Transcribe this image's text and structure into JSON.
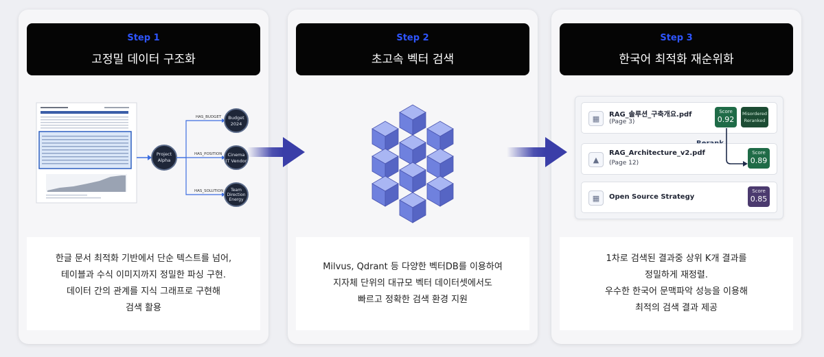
{
  "steps": [
    {
      "step_label": "Step 1",
      "title": "고정밀 데이터 구조화",
      "description_lines": [
        "한글 문서 최적화 기반에서 단순 텍스트를 넘어,",
        "테이블과 수식 이미지까지 정밀한 파싱 구현.",
        "데이터 간의 관계를 지식 그래프로 구현해",
        "검색 활용"
      ],
      "graph": {
        "center_node": [
          "Project",
          "Alpha"
        ],
        "edges": [
          "HAS_BUDGET",
          "HAS_POSITION",
          "HAS_SOLUTION"
        ],
        "nodes": [
          [
            "Budget",
            "2024"
          ],
          [
            "Cinema",
            "IT Vendor"
          ],
          [
            "Team",
            "Direction",
            "Energy"
          ]
        ]
      }
    },
    {
      "step_label": "Step 2",
      "title": "초고속 벡터 검색",
      "description_lines": [
        "Milvus, Qdrant 등 다양한 벡터DB를 이용하여",
        "지자체 단위의 대규모 벡터 데이터셋에서도",
        "빠르고 정확한 검색 환경 지원"
      ]
    },
    {
      "step_label": "Step 3",
      "title": "한국어 최적화 재순위화",
      "description_lines": [
        "1차로 검색된 결과중 상위 K개 결과를",
        "정밀하게 재정렬.",
        "우수한 한국어 문맥파악 성능을 이용해",
        "최적의 검색 결과 제공"
      ],
      "rerank_label": "Rerank",
      "results": [
        {
          "file": "RAG_솔루션_구축개요.pdf",
          "page": "(Page 3)",
          "score_label": "Score",
          "score": "0.92",
          "tag": [
            "Misordered",
            "Reranked"
          ]
        },
        {
          "file": "RAG_Architecture_v2.pdf",
          "page": "(Page 12)",
          "score_label": "Score",
          "score": "0.89"
        },
        {
          "file": "Open Source Strategy",
          "score_label": "Score",
          "score": "0.85"
        }
      ]
    }
  ],
  "colors": {
    "step_blue": "#2e55ff",
    "header_bg": "#050505",
    "arrow": "#3a3ea8",
    "cube": "#7c8ee8",
    "score_green": "#1f6b47",
    "score_purple": "#4b3a6e"
  }
}
